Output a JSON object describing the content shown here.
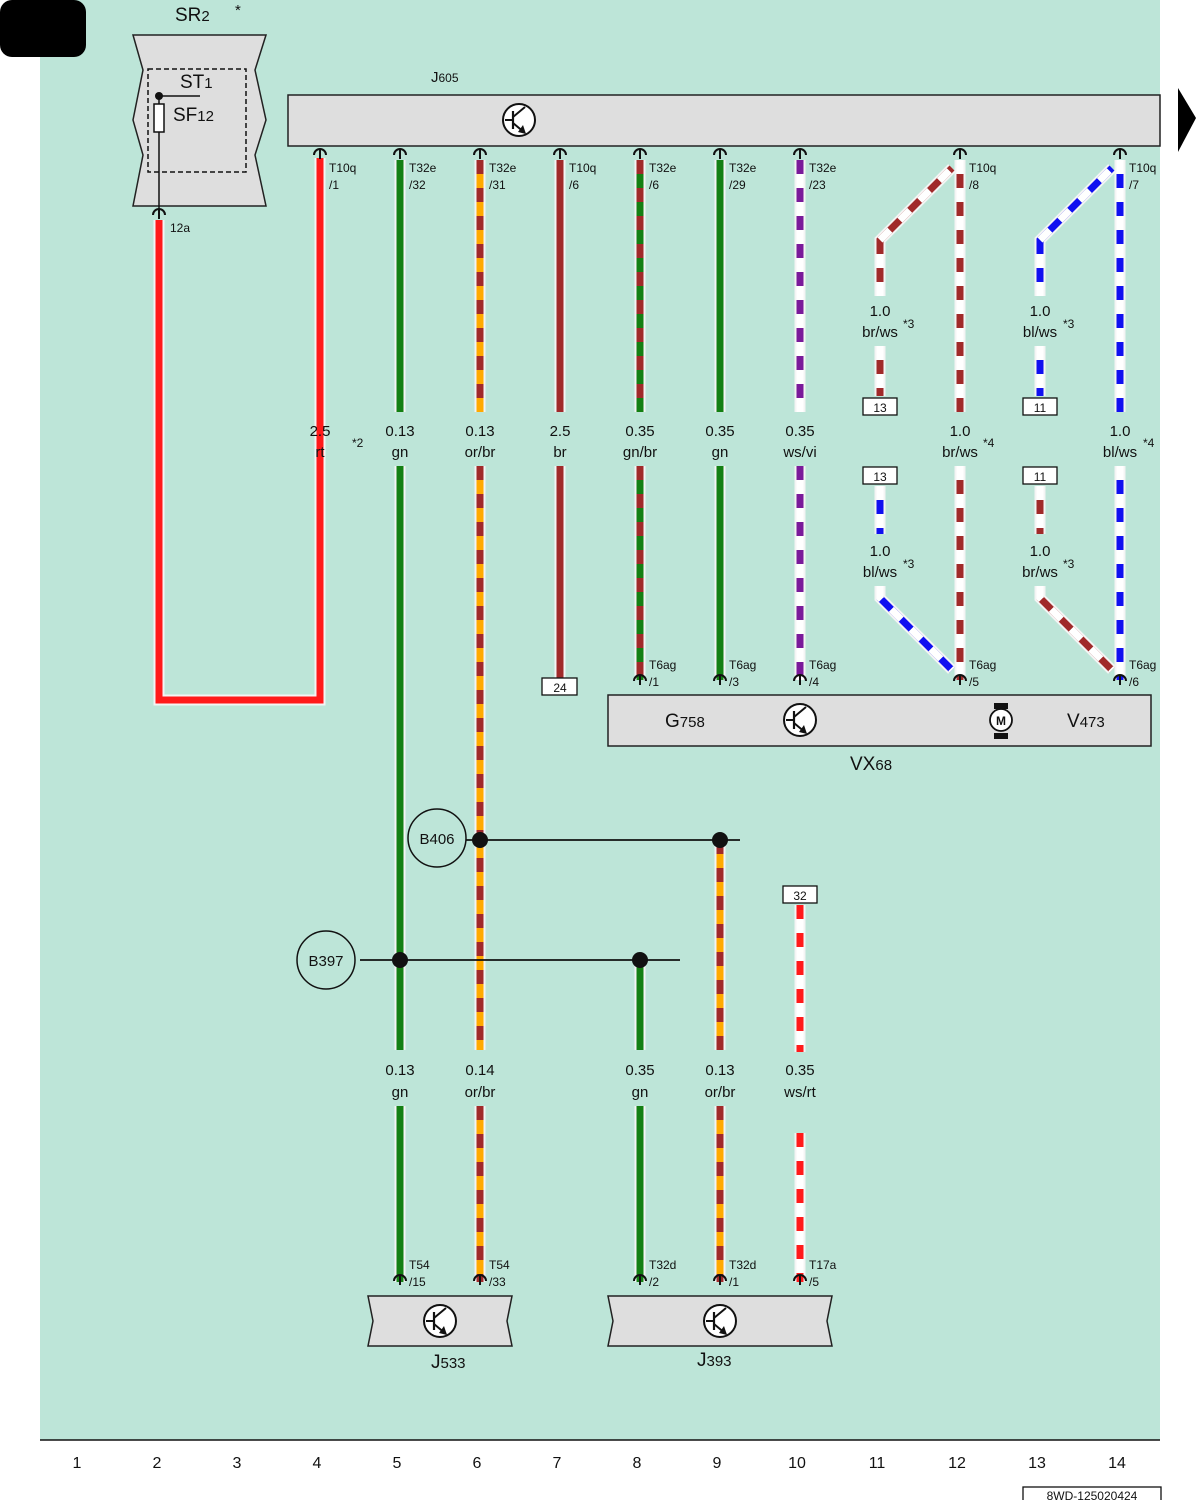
{
  "colors": {
    "background": "#bde5d8",
    "red": "#ff1a1a",
    "green": "#138013",
    "brown": "#a02a2a",
    "orange": "#ffaa00",
    "violet": "#7a1a9a",
    "blue": "#1010f0",
    "white": "#ffffff",
    "component_fill": "#dedede"
  },
  "components": {
    "sr2": {
      "name": "SR",
      "sub": "2",
      "star": "*"
    },
    "st1": {
      "name": "ST",
      "sub": "1"
    },
    "sf12": {
      "name": "SF",
      "sub": "12"
    },
    "pin_12a": "12a",
    "j605": {
      "name": "J",
      "sub": "605"
    },
    "vx68": {
      "name": "VX",
      "sub": "68"
    },
    "g758": {
      "name": "G",
      "sub": "758"
    },
    "v473": {
      "name": "V",
      "sub": "473"
    },
    "motor_symbol": "M",
    "j533": {
      "name": "J",
      "sub": "533"
    },
    "j393": {
      "name": "J",
      "sub": "393"
    },
    "b406": "B406",
    "b397": "B397"
  },
  "connectors_top": [
    {
      "a": "T10q",
      "b": "/1"
    },
    {
      "a": "T32e",
      "b": "/32"
    },
    {
      "a": "T32e",
      "b": "/31"
    },
    {
      "a": "T10q",
      "b": "/6"
    },
    {
      "a": "T32e",
      "b": "/6"
    },
    {
      "a": "T32e",
      "b": "/29"
    },
    {
      "a": "T32e",
      "b": "/23"
    },
    {
      "a": "T10q",
      "b": "/8"
    },
    {
      "a": "T10q",
      "b": "/7"
    }
  ],
  "connectors_vx68": [
    {
      "a": "T6ag",
      "b": "/1"
    },
    {
      "a": "T6ag",
      "b": "/3"
    },
    {
      "a": "T6ag",
      "b": "/4"
    },
    {
      "a": "T6ag",
      "b": "/5"
    },
    {
      "a": "T6ag",
      "b": "/6"
    }
  ],
  "connectors_bottom": [
    {
      "a": "T54",
      "b": "/15"
    },
    {
      "a": "T54",
      "b": "/33"
    },
    {
      "a": "T32d",
      "b": "/2"
    },
    {
      "a": "T32d",
      "b": "/1"
    },
    {
      "a": "T17a",
      "b": "/5"
    }
  ],
  "wires_upper": [
    {
      "size": "2.5",
      "color": "rt",
      "note": "*2"
    },
    {
      "size": "0.13",
      "color": "gn"
    },
    {
      "size": "0.13",
      "color": "or/br"
    },
    {
      "size": "2.5",
      "color": "br"
    },
    {
      "size": "0.35",
      "color": "gn/br"
    },
    {
      "size": "0.35",
      "color": "gn"
    },
    {
      "size": "0.35",
      "color": "ws/vi"
    },
    {
      "size": "1.0",
      "color": "br/ws",
      "note": "*4"
    },
    {
      "size": "1.0",
      "color": "bl/ws",
      "note": "*4"
    }
  ],
  "wires_lower": [
    {
      "size": "0.13",
      "color": "gn"
    },
    {
      "size": "0.14",
      "color": "or/br"
    },
    {
      "size": "0.35",
      "color": "gn"
    },
    {
      "size": "0.13",
      "color": "or/br"
    },
    {
      "size": "0.35",
      "color": "ws/rt"
    }
  ],
  "variant_wires": [
    {
      "size": "1.0",
      "color": "br/ws",
      "note": "*3"
    },
    {
      "size": "1.0",
      "color": "bl/ws",
      "note": "*3"
    },
    {
      "size": "1.0",
      "color": "bl/ws",
      "note": "*3"
    },
    {
      "size": "1.0",
      "color": "br/ws",
      "note": "*3"
    }
  ],
  "ref_boxes": [
    "13",
    "11",
    "13",
    "11",
    "24",
    "32"
  ],
  "columns": [
    "1",
    "2",
    "3",
    "4",
    "5",
    "6",
    "7",
    "8",
    "9",
    "10",
    "11",
    "12",
    "13",
    "14"
  ],
  "image_id": "8WD-125020424"
}
